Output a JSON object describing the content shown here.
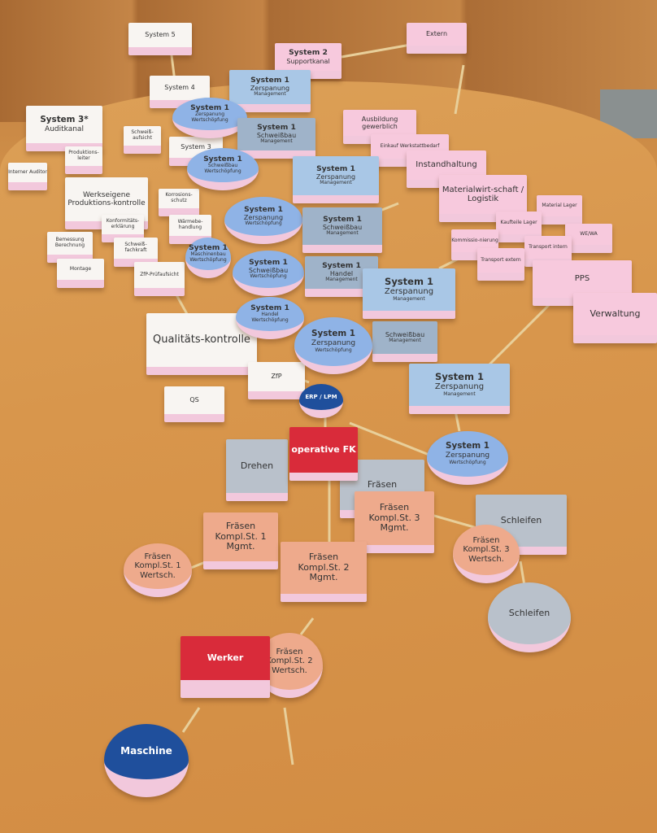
{
  "n": {
    "s5": {
      "t": "System 5"
    },
    "s4": {
      "t": "System 4"
    },
    "s3s": {
      "t": "System 3*",
      "s": "Auditkanal"
    },
    "s3": {
      "t": "System 3"
    },
    "s2": {
      "t": "System 2",
      "s": "Supportkanal"
    },
    "ext": {
      "t": "Extern"
    },
    "wpk": {
      "t": "Werkseigene Produktions-kontrolle"
    },
    "qk": {
      "t": "Qualitäts-kontrolle"
    },
    "qs": {
      "t": "QS"
    },
    "zfp": {
      "t": "ZfP"
    },
    "zfpa": {
      "t": "ZfP-Prüfaufsicht"
    },
    "mont": {
      "t": "Montage"
    },
    "bem": {
      "t": "Bemessung Berechnung"
    },
    "konf": {
      "t": "Konformitäts-erklärung"
    },
    "sfk": {
      "t": "Schweiß-fachkraft"
    },
    "korr": {
      "t": "Korrosions-schutz"
    },
    "waerm": {
      "t": "Wärmebe-handlung"
    },
    "ia": {
      "t": "Interner Auditor"
    },
    "pl": {
      "t": "Produktions-leiter"
    },
    "sa": {
      "t": "Schweiß-aufsicht"
    },
    "ausb": {
      "t": "Ausbildung gewerblich"
    },
    "eink": {
      "t": "Einkauf Werkstattbedarf"
    },
    "inst": {
      "t": "Instandhaltung"
    },
    "mat": {
      "t": "Materialwirt-schaft / Logistik"
    },
    "kl": {
      "t": "Kaufteile Lager"
    },
    "ml": {
      "t": "Material Lager"
    },
    "komm": {
      "t": "Kommissio-nierung"
    },
    "ti": {
      "t": "Transport intern"
    },
    "te": {
      "t": "Transport extern"
    },
    "wewa": {
      "t": "WE/WA"
    },
    "pps": {
      "t": "PPS"
    },
    "verw": {
      "t": "Verwaltung"
    },
    "s1zm_a": {
      "t": "System 1",
      "s": "Zerspanung",
      "m": "Management"
    },
    "s1zw_a": {
      "t": "System 1",
      "s": "Zerspanung",
      "m": "Wertschöpfung"
    },
    "s1sm_a": {
      "t": "System 1",
      "s": "Schweißbau",
      "m": "Management"
    },
    "s1sw_a": {
      "t": "System 1",
      "s": "Schweißbau",
      "m": "Wertschöpfung"
    },
    "s1zm_b": {
      "t": "System 1",
      "s": "Zerspanung",
      "m": "Management"
    },
    "s1zw_b": {
      "t": "System 1",
      "s": "Zerspanung",
      "m": "Wertschöpfung"
    },
    "s1sm_b": {
      "t": "System 1",
      "s": "Schweißbau",
      "m": "Management"
    },
    "s1sw_b": {
      "t": "System 1",
      "s": "Schweißbau",
      "m": "Wertschöpfung"
    },
    "s1mw": {
      "t": "System 1",
      "s": "Maschinenbau",
      "m": "Wertschöpfung"
    },
    "s1hw": {
      "t": "System 1",
      "s": "Handel",
      "m": "Wertschöpfung"
    },
    "s1hm": {
      "t": "System 1",
      "s": "Handel",
      "m": "Management"
    },
    "s1zw_c": {
      "t": "System 1",
      "s": "Zerspanung",
      "m": "Wertschöpfung"
    },
    "s1zm_c": {
      "t": "System 1",
      "s": "Zerspanung",
      "m": "Management"
    },
    "s1sm_c": {
      "t": "Schweißbau",
      "m": "Management"
    },
    "s1zm_d": {
      "t": "System 1",
      "s": "Zerspanung",
      "m": "Management"
    },
    "s1zw_d": {
      "t": "System 1",
      "s": "Zerspanung",
      "m": "Wertschöpfung"
    },
    "erp": {
      "t": "ERP / LPM"
    },
    "ofk": {
      "t": "operative FK"
    },
    "dre": {
      "t": "Drehen"
    },
    "fra": {
      "t": "Fräsen"
    },
    "schl1": {
      "t": "Schleifen"
    },
    "schl2": {
      "t": "Schleifen"
    },
    "f1m": {
      "t": "Fräsen",
      "s": "Kompl.St. 1",
      "m": "Mgmt."
    },
    "f1w": {
      "t": "Fräsen",
      "s": "Kompl.St. 1",
      "m": "Wertsch."
    },
    "f2m": {
      "t": "Fräsen",
      "s": "Kompl.St. 2",
      "m": "Mgmt."
    },
    "f3m": {
      "t": "Fräsen",
      "s": "Kompl.St. 3",
      "m": "Mgmt."
    },
    "f3w": {
      "t": "Fräsen",
      "s": "Kompl.St. 3",
      "m": "Wertsch."
    },
    "f2w": {
      "t": "Fräsen",
      "s": "Kompl.St. 2",
      "m": "Wertsch."
    },
    "werker": {
      "t": "Werker"
    },
    "maschine": {
      "t": "Maschine"
    }
  }
}
